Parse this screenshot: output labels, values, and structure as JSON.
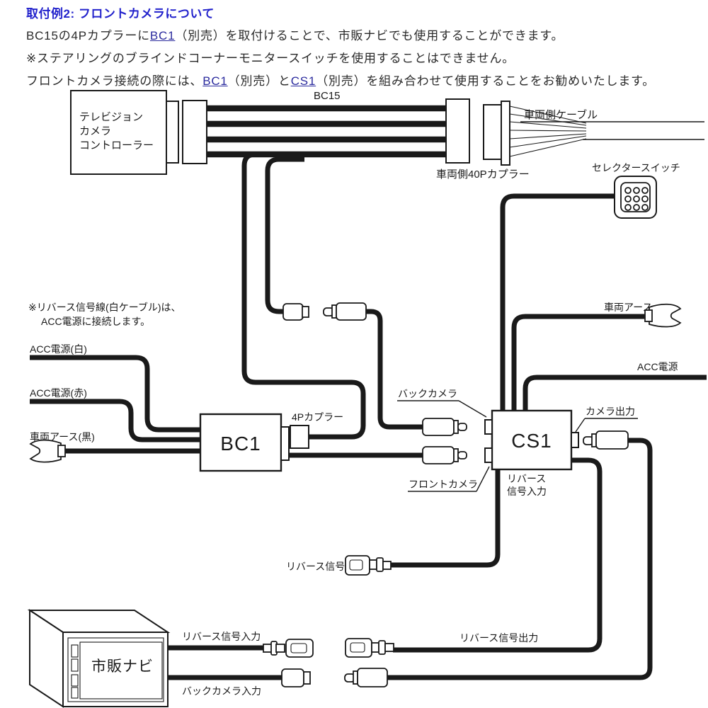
{
  "header": {
    "title": "取付例2: フロントカメラについて",
    "line2": {
      "pre": "BC15の4Pカプラーに",
      "link1": "BC1",
      "post": "（別売）を取付けることで、市販ナビでも使用することができます。"
    },
    "line3": "※ステアリングのブラインドコーナーモニタースイッチを使用することはできません。",
    "line4": {
      "pre": "フロントカメラ接続の際には、",
      "link1": "BC1",
      "mid": "（別売）と",
      "link2": "CS1",
      "post": "（別売）を組み合わせて使用することをお勧めいたします。"
    }
  },
  "note": {
    "line1": "※リバース信号線(白ケーブル)は、",
    "line2": "ACC電源に接続します。"
  },
  "diagram": {
    "labels": {
      "tv1": "テレビジョン",
      "tv2": "カメラ",
      "tv3": "コントローラー",
      "bc15": "BC15",
      "vehicle_cable": "車両側ケーブル",
      "vehicle_40p": "車両側40Pカプラー",
      "selector_switch": "セレクタースイッチ",
      "acc_white": "ACC電源(白)",
      "acc_red": "ACC電源(赤)",
      "ground_black": "車両アース(黒)",
      "bc1": "BC1",
      "coupler_4p": "4Pカプラー",
      "back_camera": "バックカメラ",
      "front_camera": "フロントカメラ",
      "cs1": "CS1",
      "vehicle_ground": "車両アース",
      "acc_power": "ACC電源",
      "camera_out": "カメラ出力",
      "reverse1": "リバース",
      "reverse2": "信号入力",
      "reverse_signal": "リバース信号",
      "nav": "市販ナビ",
      "reverse_signal_in": "リバース信号入力",
      "back_camera_in": "バックカメラ入力",
      "reverse_signal_out": "リバース信号出力"
    },
    "colors": {
      "line": "#1a1a1a",
      "title_blue": "#2222cc",
      "link_blue": "#2b2b9e",
      "background": "#ffffff"
    }
  }
}
